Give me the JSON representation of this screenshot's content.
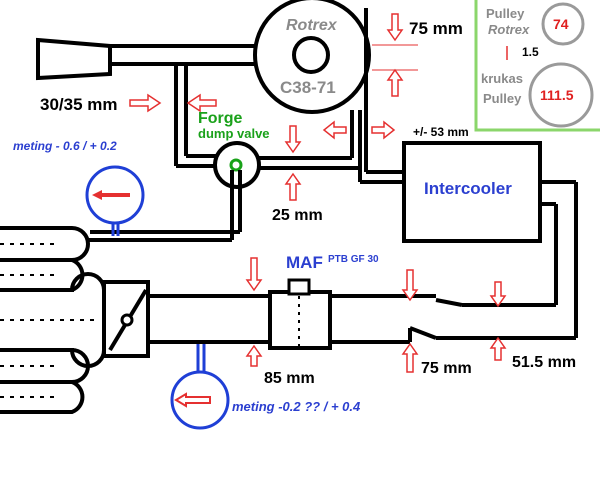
{
  "labels": {
    "rotrex": "Rotrex",
    "model": "C38-71",
    "dim_75_top": "75 mm",
    "inlet_size": "30/35 mm",
    "forge": "Forge",
    "dump_valve": "dump valve",
    "bov_pipe": "+/- 53 mm",
    "meting_top": "meting - 0.6 / + 0.2",
    "dim_25": "25 mm",
    "intercooler": "Intercooler",
    "maf": "MAF",
    "maf_sub": "PTB GF 30",
    "dim_85": "85 mm",
    "dim_75_bottom": "75 mm",
    "dim_51_5": "51.5 mm",
    "meting_bottom": "meting -0.2 ?? / + 0.4"
  },
  "pulley_box": {
    "pulley_label": "Pulley",
    "rotrex_label": "Rotrex",
    "rotrex_value": "74",
    "ratio": "1.5",
    "krukas_label": "krukas",
    "krukas_pulley_label": "Pulley",
    "krukas_value": "111.5"
  },
  "colors": {
    "pipe": "#000000",
    "arrow": "#e53030",
    "gauge": "#1f3fd6",
    "gauge_needle": "#e53030",
    "pulley_box_border": "#8bd66b",
    "pulley_circle": "#9a9a9a",
    "dump_valve_dot": "#19a219"
  }
}
